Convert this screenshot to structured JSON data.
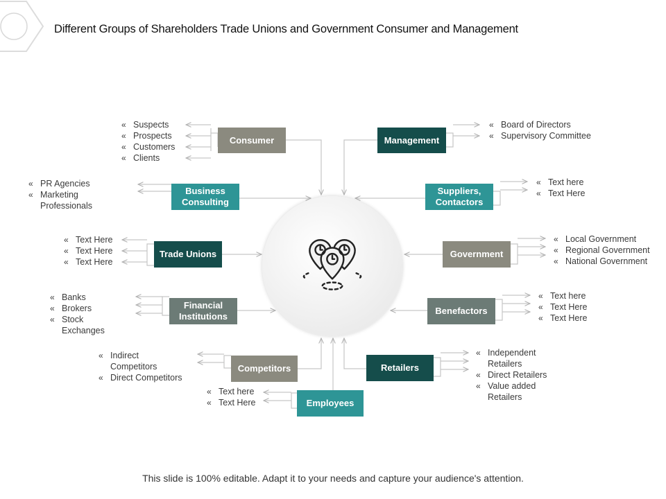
{
  "title": "Different Groups of Shareholders Trade Unions and Government Consumer and Management",
  "footer": "This slide is 100% editable. Adapt it to your needs and capture your audience's attention.",
  "hub_icon": "location-pins-icon",
  "colors": {
    "gray": "#8b8a7f",
    "teal": "#2e9596",
    "dark": "#154d4b",
    "slate": "#6c7b76",
    "line": "#bdbdbd"
  },
  "groups": {
    "consumer": {
      "label": "Consumer",
      "items": [
        "Suspects",
        "Prospects",
        "Customers",
        "Clients"
      ]
    },
    "business_consulting": {
      "label": "Business Consulting",
      "items": [
        "PR Agencies",
        "Marketing",
        "Professionals"
      ]
    },
    "trade_unions": {
      "label": "Trade Unions",
      "items": [
        "Text Here",
        "Text Here",
        "Text Here"
      ]
    },
    "financial_institutions": {
      "label": "Financial Institutions",
      "items": [
        "Banks",
        "Brokers",
        "Stock",
        "Exchanges"
      ]
    },
    "competitors": {
      "label": "Competitors",
      "items": [
        "Indirect",
        "Competitors",
        "Direct Competitors"
      ]
    },
    "employees": {
      "label": "Employees",
      "items": [
        "Text here",
        "Text Here"
      ]
    },
    "management": {
      "label": "Management",
      "items": [
        "Board of Directors",
        "Supervisory  Committee"
      ]
    },
    "suppliers": {
      "label": "Suppliers, Contactors",
      "items": [
        "Text here",
        "Text Here"
      ]
    },
    "government": {
      "label": "Government",
      "items": [
        "Local Government",
        "Regional  Government",
        "National Government"
      ]
    },
    "benefactors": {
      "label": "Benefactors",
      "items": [
        "Text here",
        "Text Here",
        "Text Here"
      ]
    },
    "retailers": {
      "label": "Retailers",
      "items": [
        "Independent",
        "Retailers",
        "Direct Retailers",
        "Value added",
        "Retailers"
      ]
    }
  }
}
